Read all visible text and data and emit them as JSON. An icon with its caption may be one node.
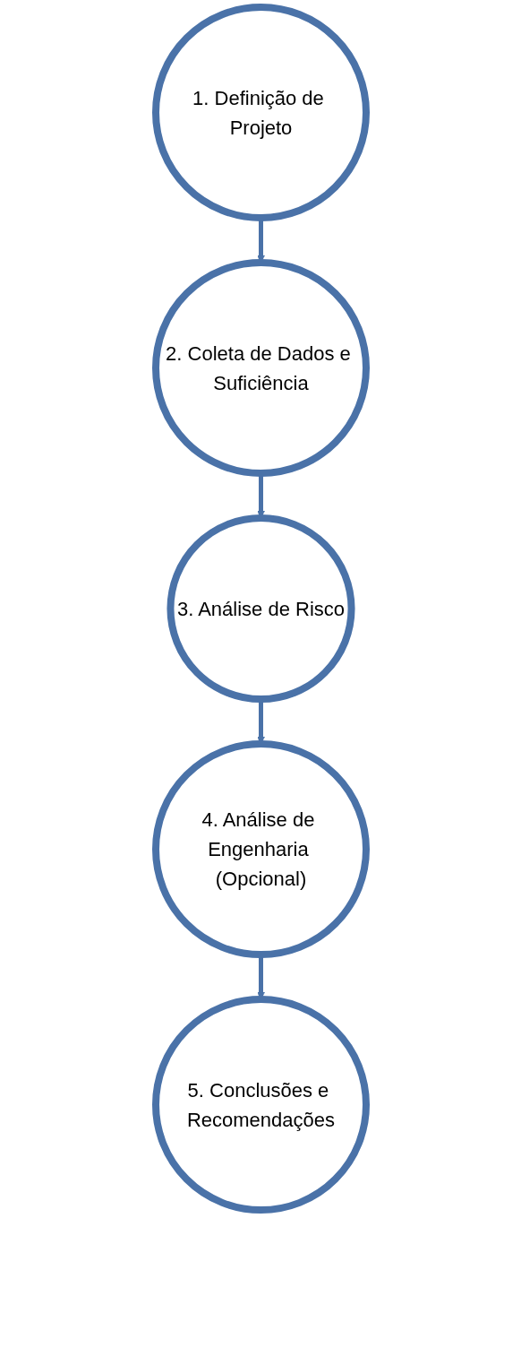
{
  "diagram": {
    "nodes": [
      {
        "text": [
          "1. Definição de Projeto"
        ]
      },
      {
        "text": [
          "2. Coleta de Dados e Suficiência"
        ]
      },
      {
        "text": [
          "3. Análise de Risco"
        ]
      },
      {
        "text": [
          "4. Análise de Engenharia (Opcional)"
        ]
      },
      {
        "text": [
          "5. Conclusões e Recomendações"
        ]
      }
    ],
    "edges": [
      {
        "from": 0,
        "to": 1,
        "arrow": "to"
      },
      {
        "from": 1,
        "to": 2,
        "arrow": "to"
      },
      {
        "from": 2,
        "to": 3,
        "arrow": "to"
      },
      {
        "from": 3,
        "to": 4,
        "arrow": "to"
      }
    ]
  }
}
